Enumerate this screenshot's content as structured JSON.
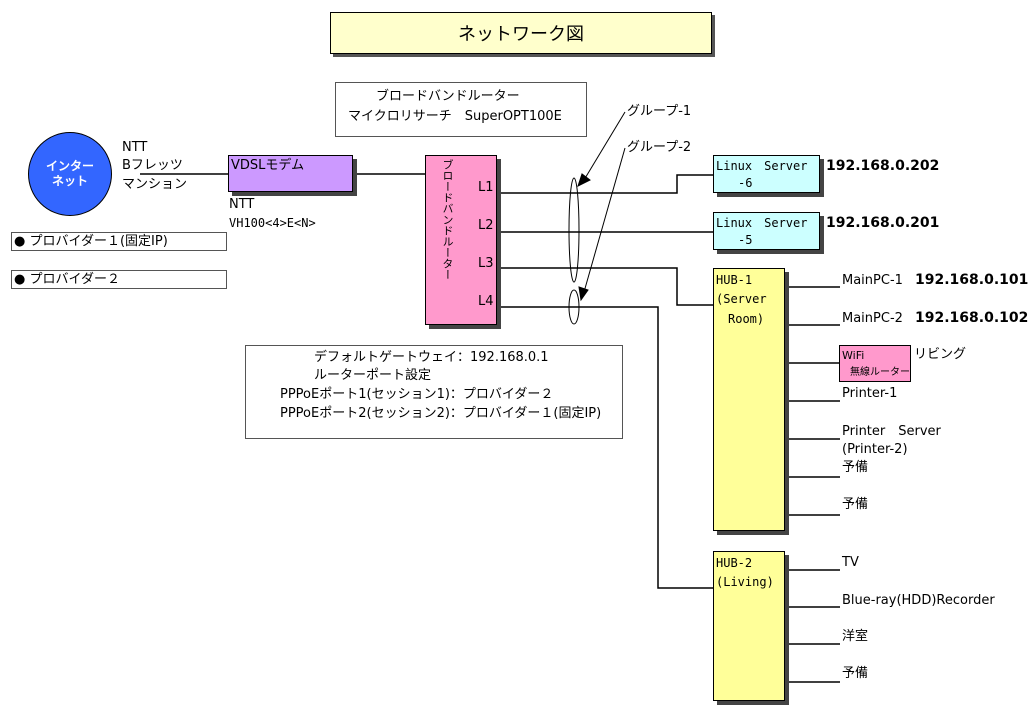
{
  "title": "ネットワーク図",
  "router_info": {
    "line1": "ブロードバンドルーター",
    "line2": "マイクロリサーチ　SuperOPT100E"
  },
  "groups": {
    "group1": "グループ-1",
    "group2": "グループ-2"
  },
  "internet": {
    "label_line1": "インター",
    "label_line2": "ネット"
  },
  "ntt_top": {
    "line1": "NTT",
    "line2": "Bフレッツ",
    "line3": "マンション"
  },
  "modem": {
    "label": "VDSLモデム",
    "caption_line1": "NTT",
    "caption_line2": "VH100<4>E<N>"
  },
  "providers": [
    "● プロバイダー１(固定IP)",
    "● プロバイダー２"
  ],
  "router": {
    "vertical_label": "ブロードバンドルーター",
    "ports": [
      "L1",
      "L2",
      "L3",
      "L4"
    ]
  },
  "gateway_info": {
    "line1": "デフォルトゲートウェイ：192.168.0.1",
    "line2": "ルーターポート設定",
    "line3": "PPPoEポート1(セッション1)：プロバイダー２",
    "line4": "PPPoEポート2(セッション2)：プロバイダー１(固定IP)"
  },
  "servers": [
    {
      "line1": "Linux　Server",
      "line2": "-6",
      "ip": "192.168.0.202"
    },
    {
      "line1": "Linux　Server",
      "line2": "-5",
      "ip": "192.168.0.201"
    }
  ],
  "hub1": {
    "line1": "HUB-1",
    "line2": "(Server",
    "line3": "Room)",
    "devices": [
      {
        "name": "MainPC-1",
        "ip": "192.168.0.101"
      },
      {
        "name": "MainPC-2",
        "ip": "192.168.0.102"
      },
      {
        "name": "リビング",
        "ip": ""
      },
      {
        "name": "Printer-1",
        "ip": ""
      },
      {
        "name": "Printer　Server",
        "ip": ""
      },
      {
        "name": "(Printer-2)",
        "ip": ""
      },
      {
        "name": "予備",
        "ip": ""
      },
      {
        "name": "予備",
        "ip": ""
      }
    ]
  },
  "wifi": {
    "line1": "WiFi",
    "line2": "無線ルーター"
  },
  "hub2": {
    "line1": "HUB-2",
    "line2": "(Living)",
    "devices": [
      {
        "name": "TV"
      },
      {
        "name": "Blue-ray(HDD)Recorder"
      },
      {
        "name": "洋室"
      },
      {
        "name": "予備"
      }
    ]
  },
  "colors": {
    "title_bg": "#ffffcc",
    "internet_fill": "#3366ff",
    "modem_fill": "#cc99ff",
    "router_fill": "#ff99cc",
    "server_fill": "#ccffff",
    "hub_fill": "#ffff99",
    "wifi_fill": "#ff99cc"
  }
}
